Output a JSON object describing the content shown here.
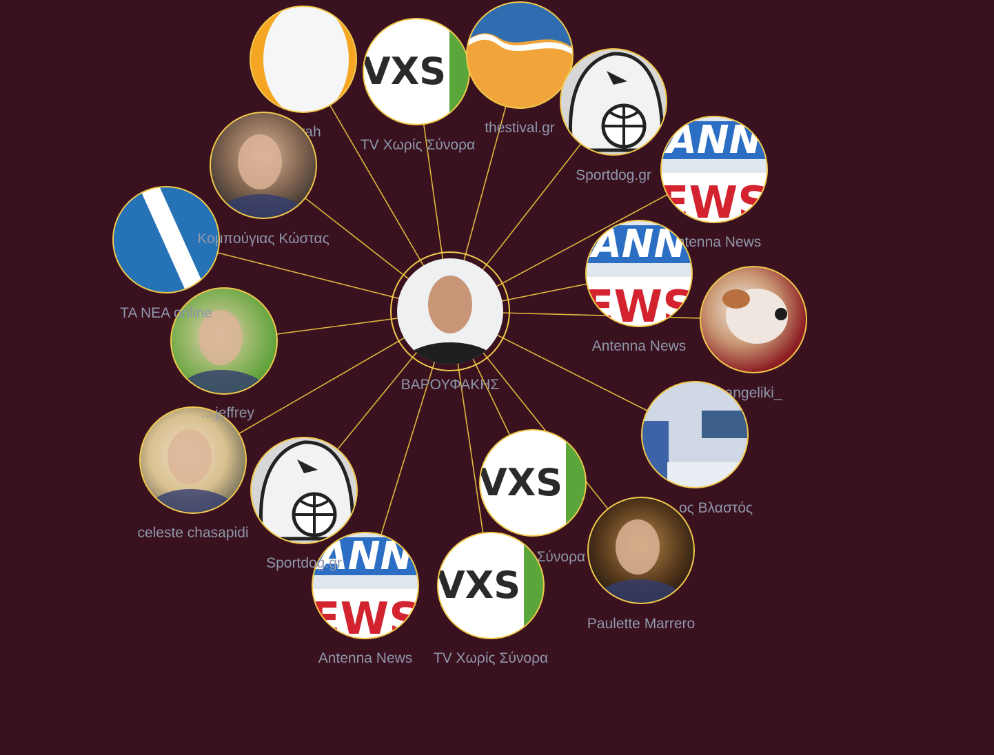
{
  "graph": {
    "center": {
      "label": "ΒΑΡΟΥΦΑΚΗΣ",
      "avatar": "person-photo"
    },
    "nodes": [
      {
        "label": "…rah",
        "avatar": "orange-white-logo"
      },
      {
        "label": "TV Χωρίς Σύνορα",
        "avatar": "vxs-logo"
      },
      {
        "label": "thestival.gr",
        "avatar": "orange-wave-logo"
      },
      {
        "label": "Sportdog.gr",
        "avatar": "dog-cartoon-logo"
      },
      {
        "label": "Antenna News",
        "avatar": "antenna-news-logo"
      },
      {
        "label": "Antenna News",
        "avatar": "antenna-news-logo"
      },
      {
        "label": "angeliki_",
        "avatar": "dog-photo"
      },
      {
        "label": "…ος Βλαστός",
        "avatar": "room-photo"
      },
      {
        "label": "Paulette Marrero",
        "avatar": "person-photo"
      },
      {
        "label": "TV Χωρίς Σύνορα",
        "avatar": "vxs-logo"
      },
      {
        "label": "TV Χωρίς Σύνορα",
        "avatar": "vxs-logo"
      },
      {
        "label": "Antenna News",
        "avatar": "antenna-news-logo"
      },
      {
        "label": "Sportdog.gr",
        "avatar": "dog-cartoon-logo"
      },
      {
        "label": "celeste chasapidi",
        "avatar": "person-photo"
      },
      {
        "label": "…jeffrey",
        "avatar": "person-photo"
      },
      {
        "label": "ΤΑ ΝΕΑ online",
        "avatar": "blue-stripe-logo"
      },
      {
        "label": "Κομπούγιας Κώστας",
        "avatar": "person-photo"
      }
    ]
  },
  "colors": {
    "background": "#3a111e",
    "edge": "#e0b93e",
    "node_border": "#f2c94c",
    "label": "#8f97ab"
  }
}
